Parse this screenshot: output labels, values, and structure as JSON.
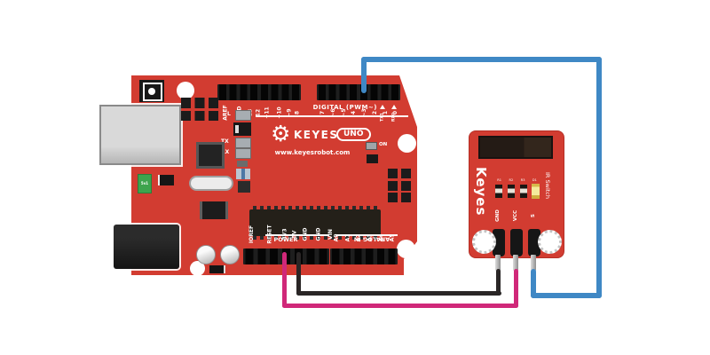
{
  "colors": {
    "board_red": "#d23c31",
    "wire_blue": "#3f88c5",
    "wire_magenta": "#d02879",
    "wire_black": "#2a2626",
    "silkscreen": "#ffffff",
    "sensor_window": "#241b15"
  },
  "arduino": {
    "logo_brand": "Keyes",
    "logo_model": "UNO",
    "website": "www.keyesrobot.com",
    "digital_label": "DIGITAL (PWM~)",
    "power_label": "POWER",
    "analog_label": "ANALOG IN",
    "on_label": "ON",
    "led_l": "L",
    "led_tx": "TX",
    "led_rx": "RX",
    "regulator_label": "5v1",
    "top_pins_left": [
      "AREF",
      "GND",
      "13",
      "12",
      "~11",
      "~10",
      "~9",
      "8"
    ],
    "top_pins_right": [
      "7",
      "~6",
      "~5",
      "4",
      "~3",
      "2",
      "1",
      "0"
    ],
    "serial_labels": [
      "TX1",
      "RX0"
    ],
    "power_pins": [
      "IOREF",
      "RESET",
      "3V3",
      "5V",
      "GND",
      "GND",
      "VIN"
    ],
    "analog_pins": [
      "A0",
      "A1",
      "A2",
      "A3",
      "A4",
      "A5"
    ]
  },
  "module": {
    "brand": "Keyes",
    "name": "IR Switch",
    "pin_labels": [
      "GND",
      "VCC",
      "S"
    ],
    "component_labels": [
      "R1",
      "R2",
      "R3",
      "D1"
    ]
  },
  "wiring": [
    {
      "signal": "Arduino D3 to module S",
      "color": "#3f88c5",
      "color_name": "blue"
    },
    {
      "signal": "Arduino 5V to module VCC",
      "color": "#d02879",
      "color_name": "magenta"
    },
    {
      "signal": "Arduino GND to module GND",
      "color": "#2a2626",
      "color_name": "black"
    }
  ]
}
